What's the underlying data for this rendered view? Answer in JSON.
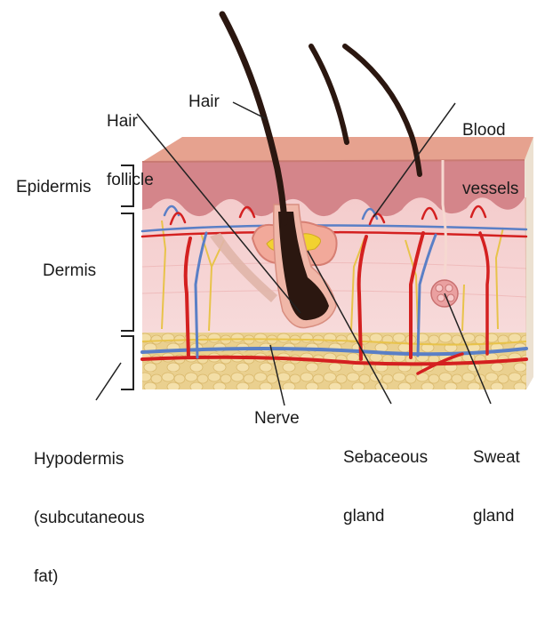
{
  "labels": {
    "hair_follicle": [
      "Hair",
      "follicle"
    ],
    "hair": "Hair",
    "blood_vessels": [
      "Blood",
      "vessels"
    ],
    "epidermis": "Epidermis",
    "dermis": "Dermis",
    "hypodermis": [
      "Hypodermis",
      "(subcutaneous",
      "fat)"
    ],
    "nerve": "Nerve",
    "sebaceous_gland": [
      "Sebaceous",
      "gland"
    ],
    "sweat_gland": [
      "Sweat",
      "gland"
    ]
  },
  "colors": {
    "epidermis_top": "#e8a090",
    "epidermis": "#cf7d80",
    "dermis": "#f2c4c4",
    "hypodermis": "#ecd59a",
    "artery": "#d42020",
    "vein": "#5a7fc6",
    "nerve": "#e8c34a",
    "hair": "#2b1710",
    "sebaceous": "#f2d230"
  }
}
